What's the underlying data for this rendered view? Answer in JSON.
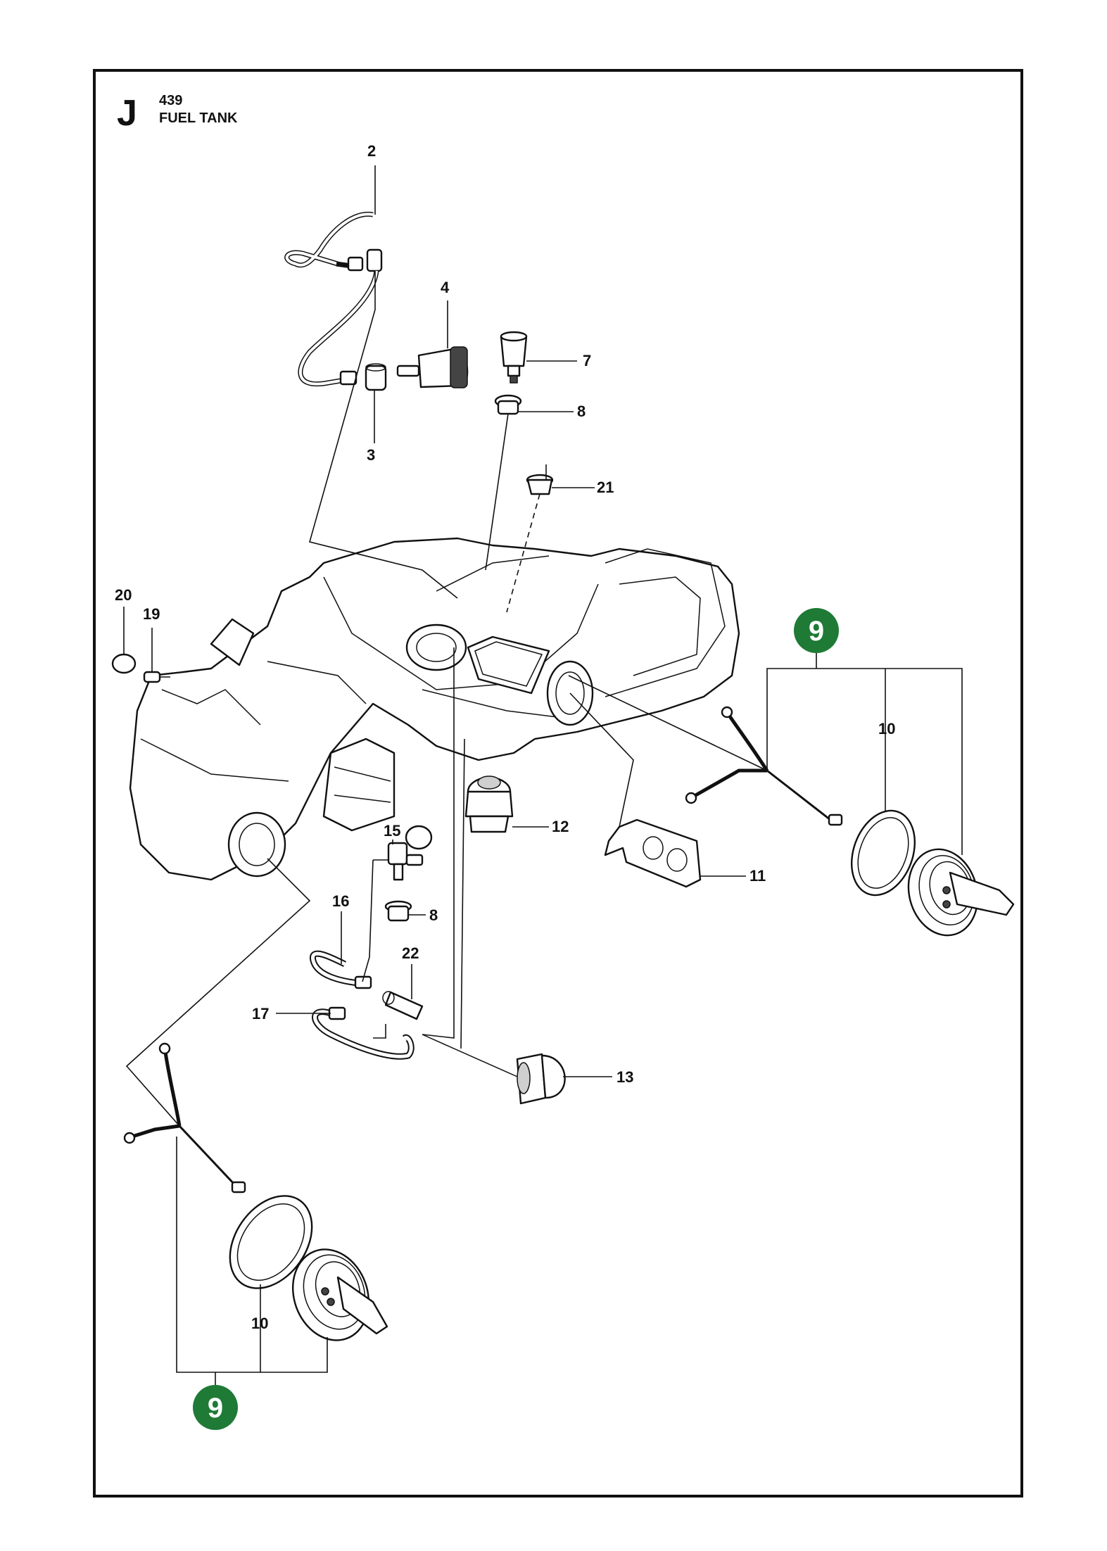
{
  "header": {
    "section_letter": "J",
    "model": "439",
    "title": "FUEL TANK"
  },
  "callouts": [
    {
      "id": "c2",
      "text": "2"
    },
    {
      "id": "c3",
      "text": "3"
    },
    {
      "id": "c4",
      "text": "4"
    },
    {
      "id": "c7",
      "text": "7"
    },
    {
      "id": "c8a",
      "text": "8"
    },
    {
      "id": "c21",
      "text": "21"
    },
    {
      "id": "c20",
      "text": "20"
    },
    {
      "id": "c19",
      "text": "19"
    },
    {
      "id": "c10a",
      "text": "10"
    },
    {
      "id": "c12",
      "text": "12"
    },
    {
      "id": "c11",
      "text": "11"
    },
    {
      "id": "c15",
      "text": "15"
    },
    {
      "id": "c16",
      "text": "16"
    },
    {
      "id": "c8b",
      "text": "8"
    },
    {
      "id": "c22",
      "text": "22"
    },
    {
      "id": "c17",
      "text": "17"
    },
    {
      "id": "c13",
      "text": "13"
    },
    {
      "id": "c10b",
      "text": "10"
    }
  ],
  "badges": [
    {
      "id": "b9a",
      "text": "9"
    },
    {
      "id": "b9b",
      "text": "9"
    }
  ],
  "colors": {
    "badge_fill": "#1e7a35",
    "badge_text": "#ffffff",
    "line": "#111111"
  }
}
